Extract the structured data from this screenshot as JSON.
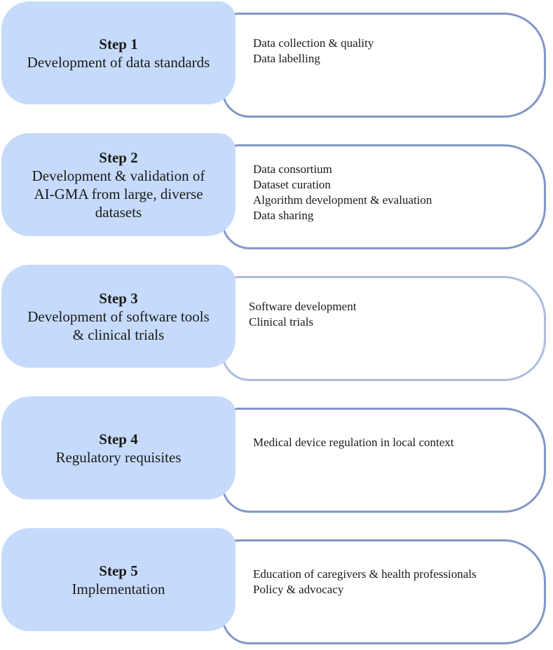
{
  "steps": [
    {
      "title": "Step 1",
      "description": "Development of data standards",
      "details": [
        "Data collection & quality",
        "Data labelling"
      ]
    },
    {
      "title": "Step 2",
      "description_lines": [
        "Development & validation of",
        "AI-GMA from large, diverse",
        "datasets"
      ],
      "details": [
        "Data consortium",
        "Dataset curation",
        "Algorithm development & evaluation",
        "Data sharing"
      ]
    },
    {
      "title": "Step 3",
      "description_lines": [
        "Development of software tools",
        "& clinical trials"
      ],
      "details": [
        "Software development",
        "Clinical trials"
      ]
    },
    {
      "title": "Step 4",
      "description": "Regulatory requisites",
      "details": [
        "Medical device regulation in local context"
      ]
    },
    {
      "title": "Step 5",
      "description": "Implementation",
      "details": [
        "Education of caregivers & health professionals",
        "Policy & advocacy"
      ]
    }
  ],
  "colors": {
    "step_fill": "#c6dbfb",
    "detail_border": "#8296c6",
    "detail_border_light": "#aebce0"
  }
}
